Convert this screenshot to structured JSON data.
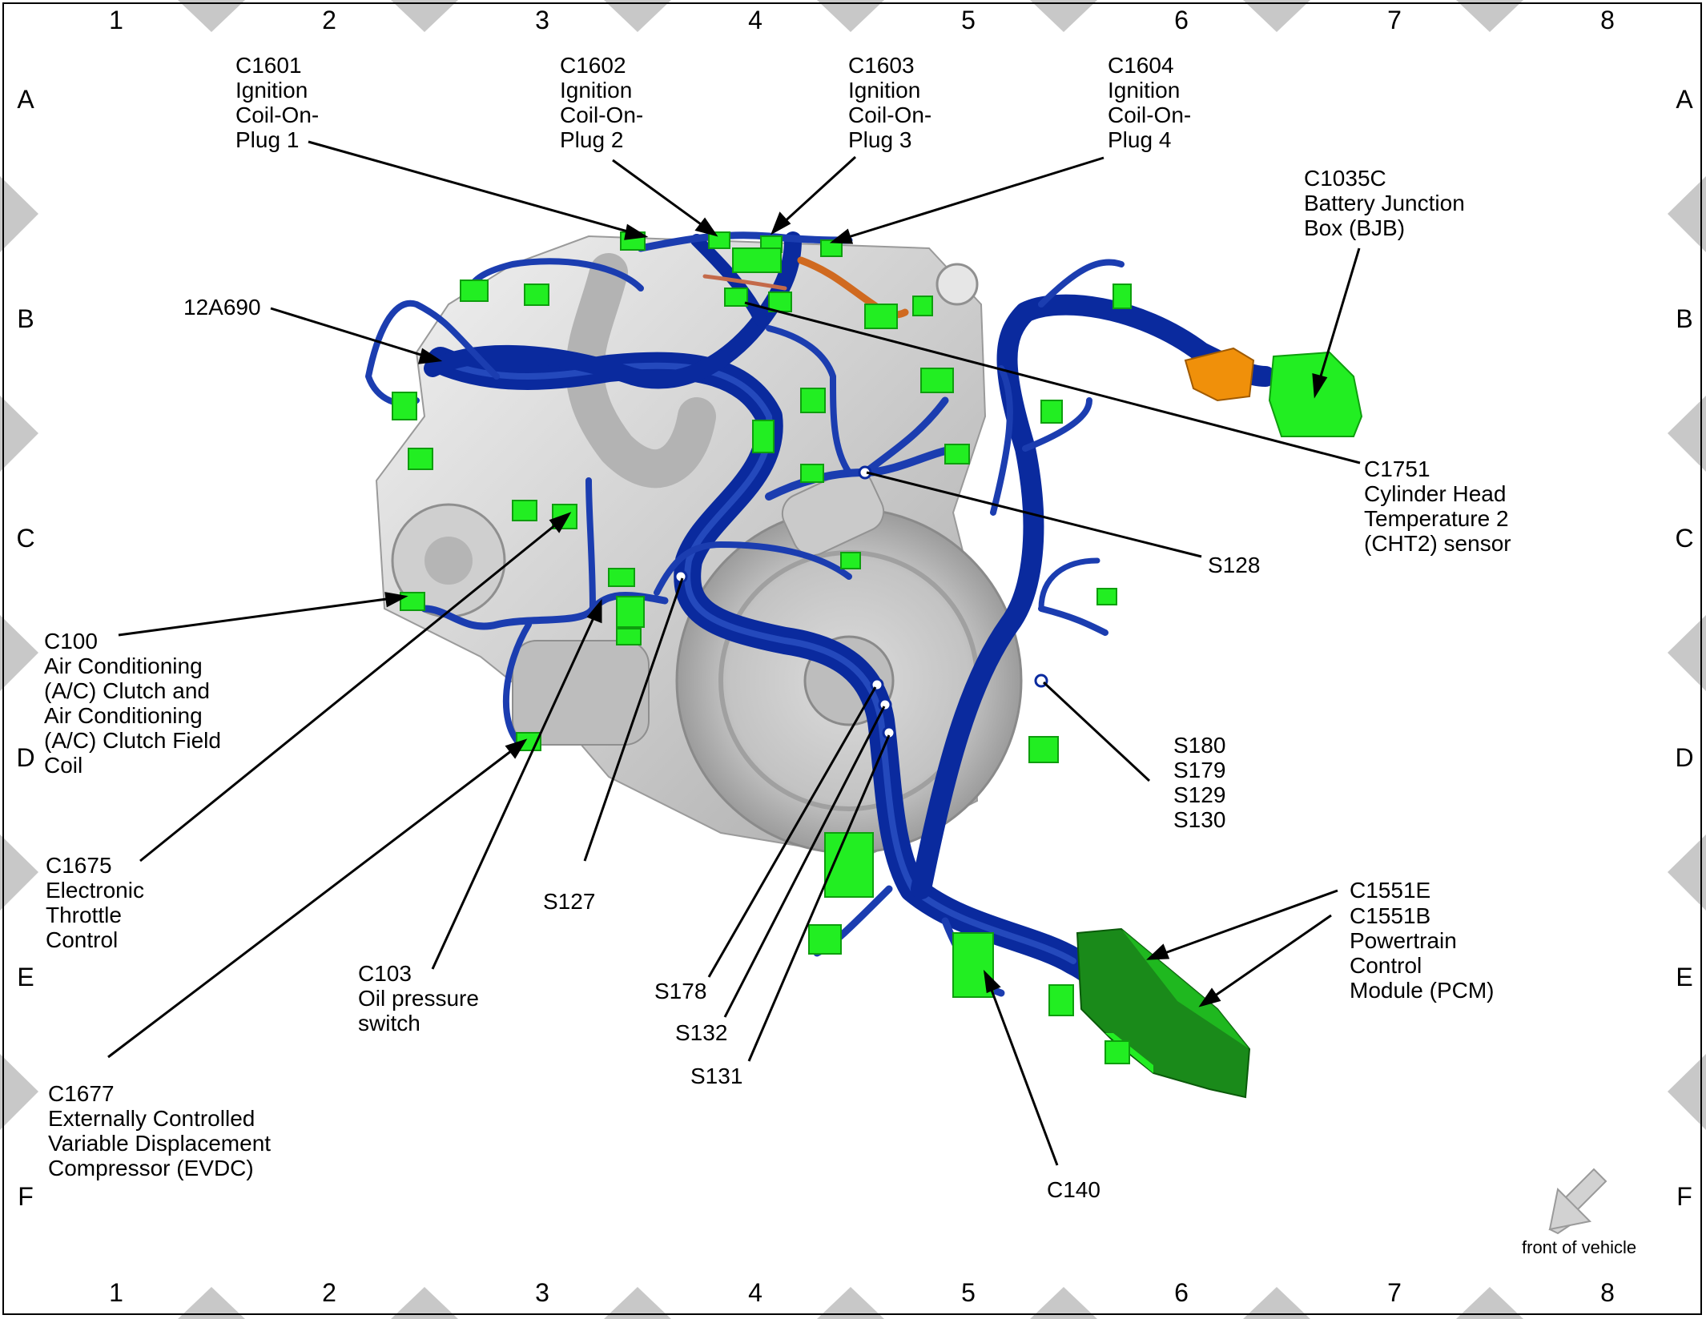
{
  "grid": {
    "columns": [
      "1",
      "2",
      "3",
      "4",
      "5",
      "6",
      "7",
      "8"
    ],
    "rows": [
      "A",
      "B",
      "C",
      "D",
      "E",
      "F"
    ]
  },
  "callouts": [
    {
      "id": "c1601",
      "lines": [
        "C1601",
        "Ignition",
        "Coil-On-",
        "Plug 1"
      ]
    },
    {
      "id": "c1602",
      "lines": [
        "C1602",
        "Ignition",
        "Coil-On-",
        "Plug 2"
      ]
    },
    {
      "id": "c1603",
      "lines": [
        "C1603",
        "Ignition",
        "Coil-On-",
        "Plug 3"
      ]
    },
    {
      "id": "c1604",
      "lines": [
        "C1604",
        "Ignition",
        "Coil-On-",
        "Plug 4"
      ]
    },
    {
      "id": "c1035c",
      "lines": [
        "C1035C",
        "Battery Junction",
        "Box (BJB)"
      ]
    },
    {
      "id": "12a690",
      "lines": [
        "12A690"
      ]
    },
    {
      "id": "c1751",
      "lines": [
        "C1751",
        "Cylinder Head",
        "Temperature 2",
        "(CHT2) sensor"
      ]
    },
    {
      "id": "s128",
      "lines": [
        "S128"
      ]
    },
    {
      "id": "c100",
      "lines": [
        "C100",
        "Air Conditioning",
        "(A/C) Clutch and",
        "Air Conditioning",
        "(A/C) Clutch Field",
        "Coil"
      ]
    },
    {
      "id": "s180",
      "lines": [
        "S180",
        "S179",
        "S129",
        "S130"
      ]
    },
    {
      "id": "c1675",
      "lines": [
        "C1675",
        "Electronic",
        "Throttle",
        "Control"
      ]
    },
    {
      "id": "s127",
      "lines": [
        "S127"
      ]
    },
    {
      "id": "c1551e",
      "lines": [
        "C1551E"
      ]
    },
    {
      "id": "c1551b",
      "lines": [
        "C1551B",
        "Powertrain",
        "Control",
        "Module (PCM)"
      ]
    },
    {
      "id": "c103",
      "lines": [
        "C103",
        "Oil pressure",
        "switch"
      ]
    },
    {
      "id": "s178",
      "lines": [
        "S178"
      ]
    },
    {
      "id": "s132",
      "lines": [
        "S132"
      ]
    },
    {
      "id": "s131",
      "lines": [
        "S131"
      ]
    },
    {
      "id": "c1677",
      "lines": [
        "C1677",
        "Externally Controlled",
        "Variable Displacement",
        "Compressor (EVDC)"
      ]
    },
    {
      "id": "c140",
      "lines": [
        "C140"
      ]
    }
  ],
  "footer": {
    "front_of_vehicle": "front of vehicle"
  },
  "colors": {
    "harness": "#0a2a9e",
    "harness_light": "#2a5bd0",
    "connector": "#22ee22",
    "connector_dark": "#11aa11",
    "bjb": "#f0900a",
    "engine": "#d4d4d4",
    "marker": "#cccccc"
  }
}
